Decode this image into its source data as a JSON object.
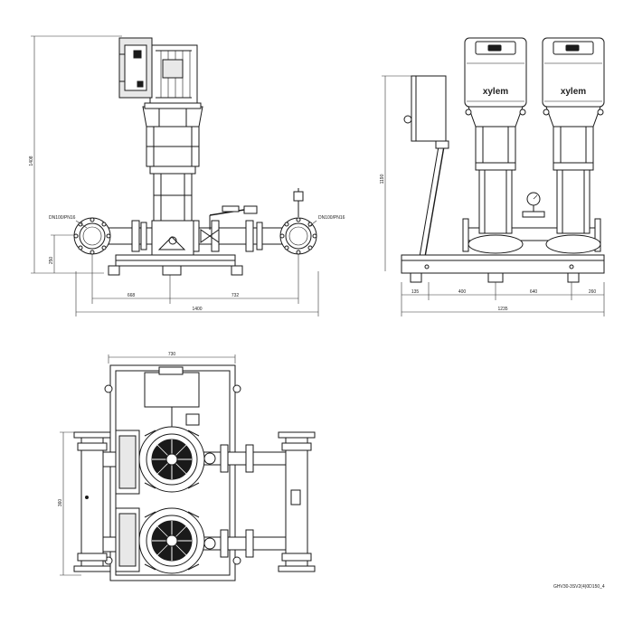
{
  "front_view": {
    "height_dim": "1408",
    "axis_height_dim": "250",
    "left_dim": "668",
    "right_dim": "732",
    "total_width_dim": "1400",
    "inlet_label": "DN100/PN16",
    "outlet_label": "DN100/PN16"
  },
  "side_view": {
    "height_dim": "1190",
    "seg1_dim": "135",
    "seg2_dim": "400",
    "seg3_dim": "640",
    "seg4_dim": "260",
    "total_width_dim": "1235",
    "brand_left": "xylem",
    "brand_right": "xylem"
  },
  "top_view": {
    "width_dim": "730",
    "pitch_dim": "360"
  },
  "drawing_code": "GHV30-3SV2(4)0D150_4"
}
